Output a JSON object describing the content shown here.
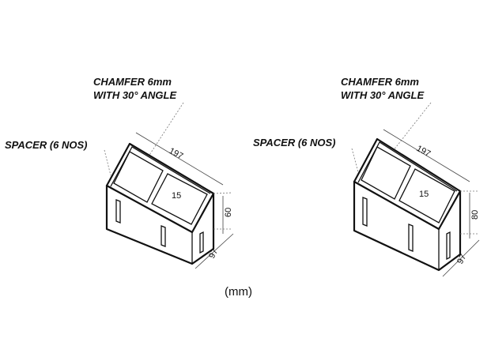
{
  "figure": {
    "unit_label": "(mm)",
    "blocks": [
      {
        "chamfer_line1": "CHAMFER 6mm",
        "chamfer_line2": "WITH 30° ANGLE",
        "spacer_label": "SPACER (6 NOS)",
        "length": "197",
        "height": "60",
        "width": "97",
        "spacer_size": "15"
      },
      {
        "chamfer_line1": "CHAMFER 6mm",
        "chamfer_line2": "WITH 30° ANGLE",
        "spacer_label": "SPACER (6 NOS)",
        "length": "197",
        "height": "80",
        "width": "97",
        "spacer_size": "15"
      }
    ]
  }
}
